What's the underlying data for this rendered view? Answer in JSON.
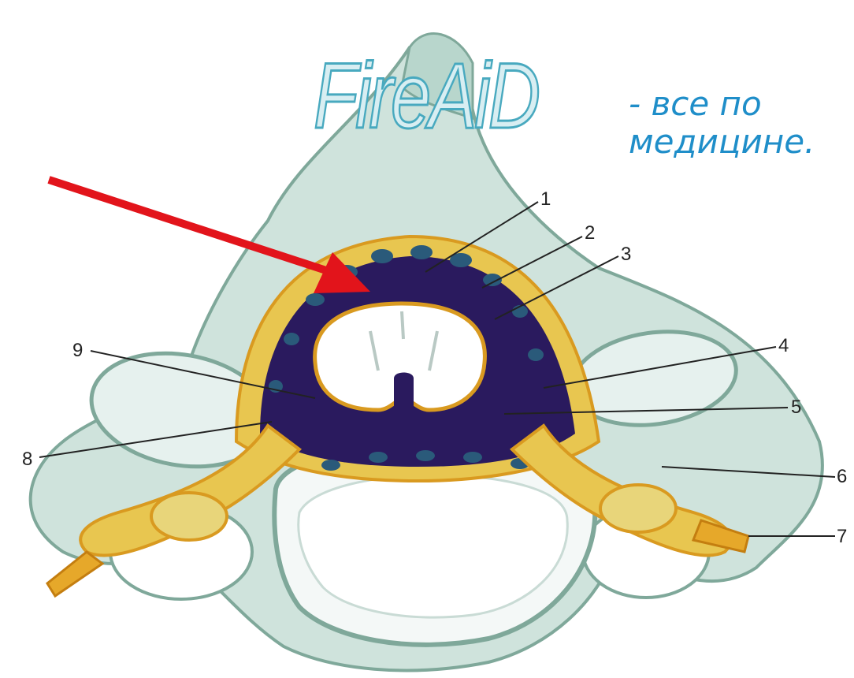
{
  "watermark": {
    "logo_text": "FireAiD",
    "tagline_line1": "- все по",
    "tagline_line2": "медицине."
  },
  "labels": [
    "1",
    "2",
    "3",
    "4",
    "5",
    "6",
    "7",
    "8",
    "9"
  ],
  "colors": {
    "bone": "#cfe3dc",
    "bone_shadow": "#7fa89a",
    "nerve": "#e8c650",
    "nerve_dark": "#d99a20",
    "dura": "#2a1a5e",
    "vessel": "#2a5a7a",
    "arrow": "#e2141b"
  }
}
